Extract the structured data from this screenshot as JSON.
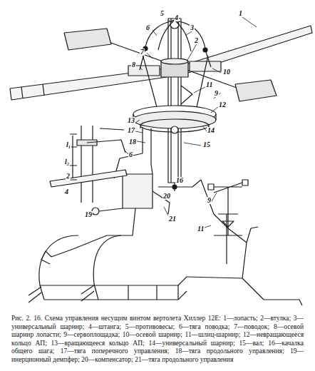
{
  "diagram": {
    "caption": "Рис. 2. 16. Схема управления несущим винтом вертолета Хиллер 12Е: 1—лопасть; 2—втулка; 3—универсальный шарнир; 4—штанга; 5—противовесы; 6—тяга поводка; 7—поводок; 8—осевой шарнир лопасти; 9—сервоплощадка; 10—осевой шарнир; 11—шлиц-шарнир; 12—невращающееся кольцо АП; 13—вращающееся кольцо АП; 14—универсальный шарнир; 15—вал; 16—качалка общего шага; 17—тяга поперечного управления; 18—тяга продольного управления; 19—инерционный демпфер; 20—компенсатор; 21—тяга продольного управления",
    "labels": [
      "1",
      "5",
      "4",
      "6",
      "3",
      "2",
      "7",
      "8",
      "10",
      "11",
      "9",
      "12",
      "13",
      "17",
      "18",
      "14",
      "15",
      "16",
      "20",
      "19",
      "21",
      "l₁",
      "l₂",
      "6",
      "2",
      "4",
      "9",
      "11"
    ]
  }
}
